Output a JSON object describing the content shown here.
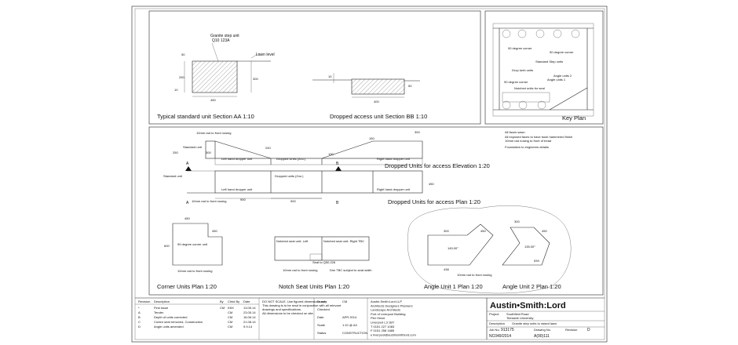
{
  "sheet": {
    "section_aa_title": "Typical standard unit Section AA 1:10",
    "section_bb_title": "Dropped access unit Section BB 1:10",
    "key_plan_title": "Key Plan",
    "elevation_title": "Dropped Units for access Elevation 1:20",
    "plan_title": "Dropped Units for access Plan 1:20",
    "corner_title": "Corner Units Plan 1:20",
    "notch_title": "Notch Seat Units Plan 1:20",
    "angle1_title": "Angle Unit 1 Plan 1:20",
    "angle2_title": "Angle Unit 2 Plan 1:20"
  },
  "labels": {
    "granite": "Granite step unit",
    "granite_code": "Q10 123A",
    "lawn": "Lawn level",
    "aa_dims": [
      "450",
      "300",
      "250",
      "50",
      "10"
    ],
    "bb_dims": [
      "400",
      "10",
      "50"
    ],
    "key": [
      "90 degree corner",
      "90 degree corner",
      "Standard Step units",
      "Drop kerb units",
      "Angle units 2",
      "Angle units 1",
      "90 degree corner",
      "Notched units for seal"
    ],
    "notes": [
      "All faces sawn",
      "All exposed faces to have bush hammered finish",
      "10mm rad nosing to front of tread",
      "Foundation to engineers details"
    ],
    "elev": [
      "10mm rad to front nosing",
      "Standard unit",
      "Left hand dropper unit",
      "Dropped Units (2no.)",
      "Right hand dropper unit",
      "A",
      "B",
      "300",
      "300",
      "240",
      "150",
      "100",
      "250"
    ],
    "plan": [
      "Standard unit",
      "Left hand dropper unit",
      "Dropped units (2no.)",
      "Right hand dropper unit",
      "10mm rad to front nosing",
      "900",
      "900",
      "A",
      "B",
      "450"
    ],
    "corner": [
      "450",
      "90 degree corner unit",
      "600",
      "10mm rad to front nosing",
      "450"
    ],
    "notch": [
      "Notched seat unit- Left",
      "Notched seat unit- Right TBC",
      "Seat to Q50.226",
      "Dim TBC subject to seat width",
      "10mm rad to front nosing"
    ],
    "angle1": [
      "300",
      "450",
      "145.00°",
      "438",
      "10mm rad to front nosing"
    ],
    "angle2": [
      "300",
      "450",
      "135.00°",
      "539"
    ]
  },
  "revisions": {
    "headers": [
      "Revision",
      "Description",
      "By",
      "Chkd By",
      "Date"
    ],
    "rows": [
      [
        "*",
        "First issue",
        "CM",
        "KKK",
        "13.05.14"
      ],
      [
        "A",
        "Tender",
        "",
        "CM",
        "23.05.14"
      ],
      [
        "B",
        "Depth of units corrected",
        "",
        "CM",
        "16.06.14"
      ],
      [
        "C",
        "Corten seat removed, Construction",
        "",
        "CM",
        "21.08.14"
      ],
      [
        "D",
        "Angle units amended",
        "",
        "CM",
        "9.9.14"
      ]
    ]
  },
  "notes_block": [
    "DO NOT SCALE. Use figured dimensions only.",
    "This drawing is to be read in conjunction with all relevant",
    "drawings and specifications.",
    "All dimensions to be checked on site."
  ],
  "details": [
    [
      "Drawn",
      "CM"
    ],
    [
      "Checked",
      ""
    ],
    [
      "Date",
      "APR 2014"
    ],
    [
      "Scale",
      "1:10 @ A3"
    ],
    [
      "Status",
      "CONSTRUCTION"
    ]
  ],
  "office": [
    "Austin-Smith:Lord LLP",
    "Architects Designers Planners",
    "Landscape Architects",
    "Port of Liverpool Building",
    "Pier Head",
    "Liverpool L3 1BY",
    "T 0151 227 1083",
    "F 0151 258 1685",
    "e liverpool@austinsmithlord.com"
  ],
  "title_block": {
    "logo": "Austin•Smith:Lord",
    "project_label": "Project",
    "project": "Southfield Road",
    "client": "Teesside University",
    "description_label": "Description",
    "description": "Granite step units to raised lawn",
    "job_no_label": "Job No.",
    "job_no": "913175",
    "drawing_no_label": "Drawing No.",
    "drawing_no": "NC049/2014",
    "sheet_ref": "A(90)111",
    "revision_label": "Revision",
    "revision": "D"
  }
}
